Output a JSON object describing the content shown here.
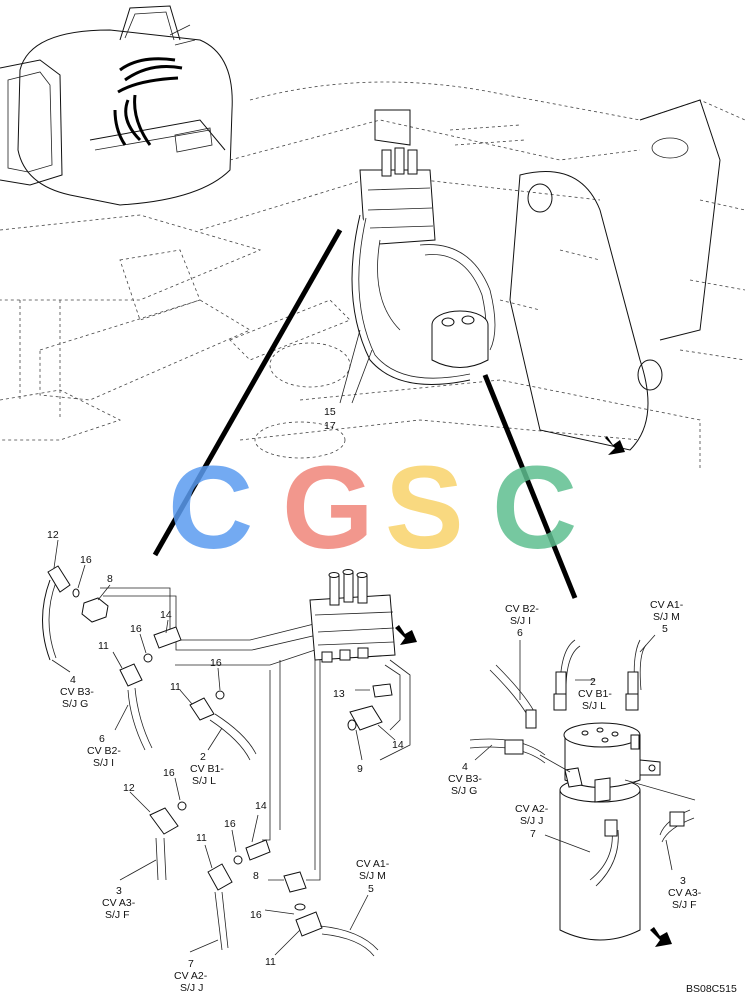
{
  "watermark": {
    "letters": [
      {
        "char": "C",
        "color": "#5b9cf0"
      },
      {
        "char": "G",
        "color": "#f0857a"
      },
      {
        "char": "S",
        "color": "#f8d36a"
      },
      {
        "char": "C",
        "color": "#5fbf90"
      }
    ]
  },
  "callouts_top": {
    "label_15": "15",
    "label_17": "17"
  },
  "callouts_left": {
    "l12a": "12",
    "l16a": "16",
    "l8a": "8",
    "l14a": "14",
    "l16b": "16",
    "l11a": "11",
    "l4": "4",
    "l4_code1": "CV B3-",
    "l4_code2": "S/J G",
    "l16c": "16",
    "l11b": "11",
    "l6": "6",
    "l6_code1": "CV B2-",
    "l6_code2": "S/J I",
    "l2": "2",
    "l2_code1": "CV B1-",
    "l2_code2": "S/J L",
    "l13": "13",
    "l14b": "14",
    "l9": "9",
    "l16d": "16",
    "l12b": "12",
    "l14c": "14",
    "l16e": "16",
    "l11c": "11",
    "l3": "3",
    "l3_code1": "CV A3-",
    "l3_code2": "S/J F",
    "l8b": "8",
    "l5": "5",
    "l5_code1": "CV A1-",
    "l5_code2": "S/J M",
    "l16f": "16",
    "l7": "7",
    "l7_code1": "CV A2-",
    "l7_code2": "S/J J",
    "l11d": "11"
  },
  "callouts_right": {
    "r6_code1": "CV B2-",
    "r6_code2": "S/J I",
    "r6": "6",
    "r5_code1": "CV A1-",
    "r5_code2": "S/J M",
    "r5": "5",
    "r2": "2",
    "r2_code1": "CV B1-",
    "r2_code2": "S/J L",
    "r4": "4",
    "r4_code1": "CV B3-",
    "r4_code2": "S/J G",
    "r7_code1": "CV A2-",
    "r7_code2": "S/J J",
    "r7": "7",
    "r3": "3",
    "r3_code1": "CV A3-",
    "r3_code2": "S/J F"
  },
  "figure_code": "BS08C515"
}
